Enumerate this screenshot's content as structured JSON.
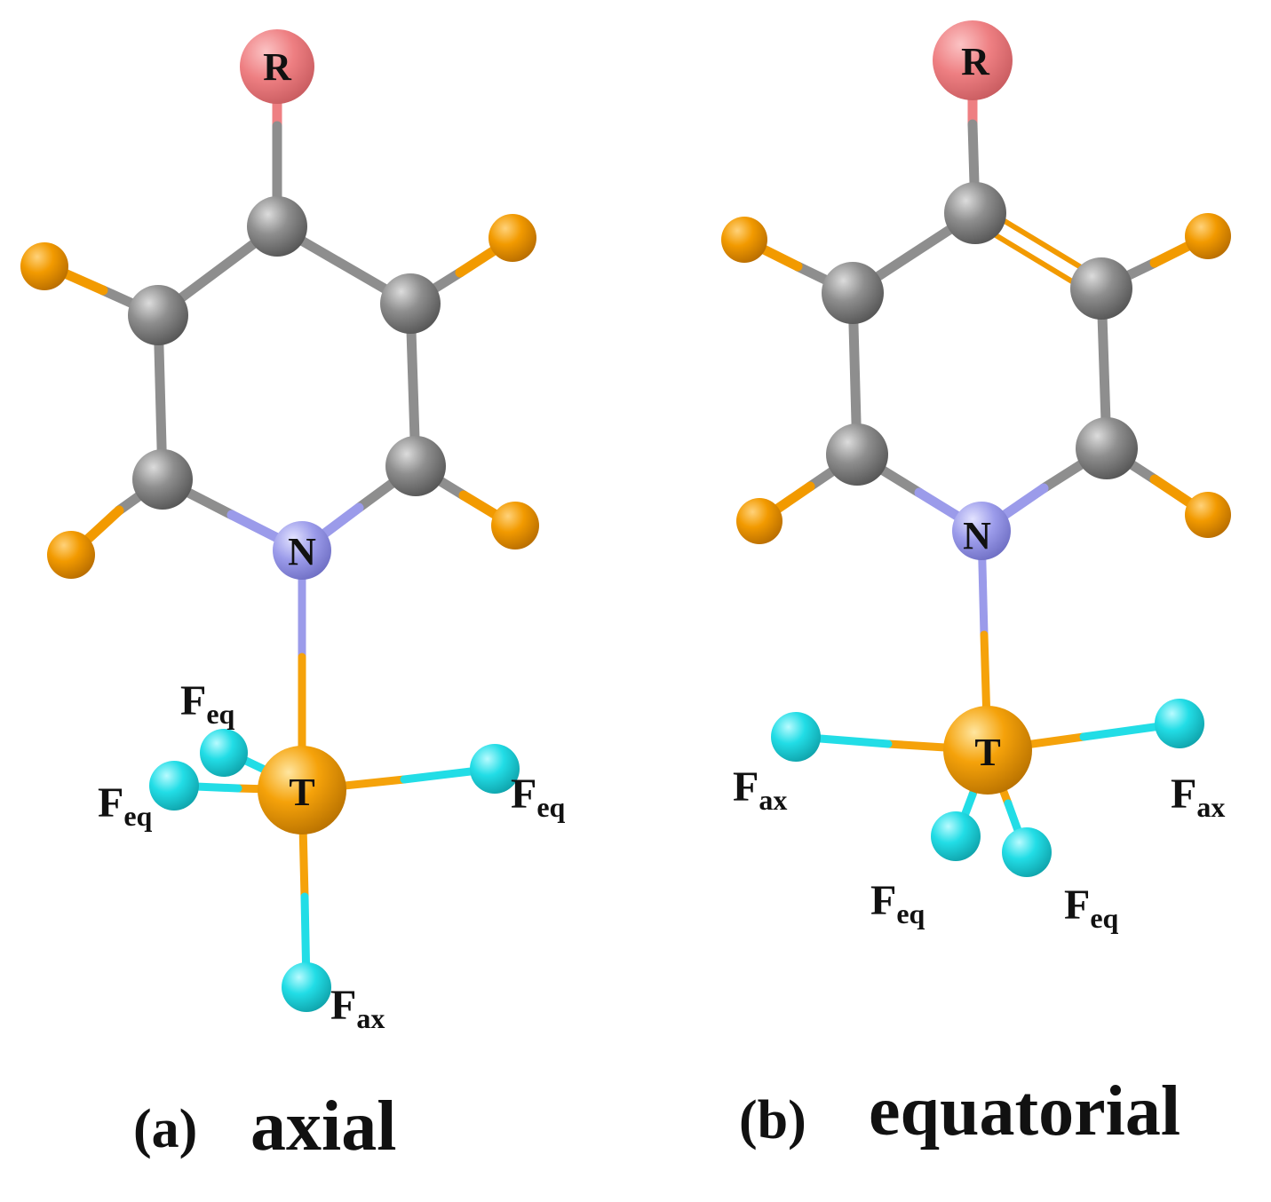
{
  "colors": {
    "carbon": "#8e8e8e",
    "hydrogen": "#f29a00",
    "nitrogen": "#9b9bea",
    "r_group": "#ee7f82",
    "central_T": "#f5a20a",
    "fluorine": "#22dde6",
    "text": "#111111"
  },
  "icons": [
    "r-group-atom",
    "carbon-atom",
    "hydrogen-atom",
    "nitrogen-atom",
    "central-t-atom",
    "fluorine-atom"
  ],
  "panel_a": {
    "tag": "(a)",
    "title": "axial",
    "atom_r": "R",
    "atom_n": "N",
    "atom_t": "T",
    "f_eq_1": {
      "base": "F",
      "sub": "eq"
    },
    "f_eq_2": {
      "base": "F",
      "sub": "eq"
    },
    "f_eq_3": {
      "base": "F",
      "sub": "eq"
    },
    "f_ax": {
      "base": "F",
      "sub": "ax"
    }
  },
  "panel_b": {
    "tag": "(b)",
    "title": "equatorial",
    "atom_r": "R",
    "atom_n": "N",
    "atom_t": "T",
    "f_ax_1": {
      "base": "F",
      "sub": "ax"
    },
    "f_ax_2": {
      "base": "F",
      "sub": "ax"
    },
    "f_eq_1": {
      "base": "F",
      "sub": "eq"
    },
    "f_eq_2": {
      "base": "F",
      "sub": "eq"
    }
  }
}
